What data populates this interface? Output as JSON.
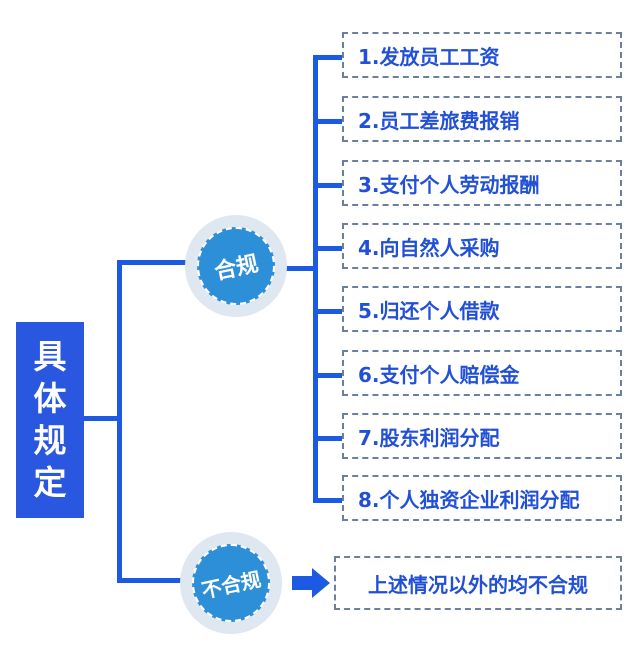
{
  "root": {
    "label": "具体规定"
  },
  "compliant": {
    "label": "合规",
    "items": [
      "1.发放员工工资",
      "2.员工差旅费报销",
      "3.支付个人劳动报酬",
      "4.向自然人采购",
      "5.归还个人借款",
      "6.支付个人赔偿金",
      "7.股东利润分配",
      "8.个人独资企业利润分配"
    ]
  },
  "noncompliant": {
    "label": "不合规",
    "outcome": "上述情况以外的均不合规"
  },
  "colors": {
    "root_fill": "#2a57e0",
    "connector": "#1d5ae3",
    "badge": "#2d8fd8",
    "item_text": "#2150d6",
    "item_border": "#6b7f9f"
  }
}
